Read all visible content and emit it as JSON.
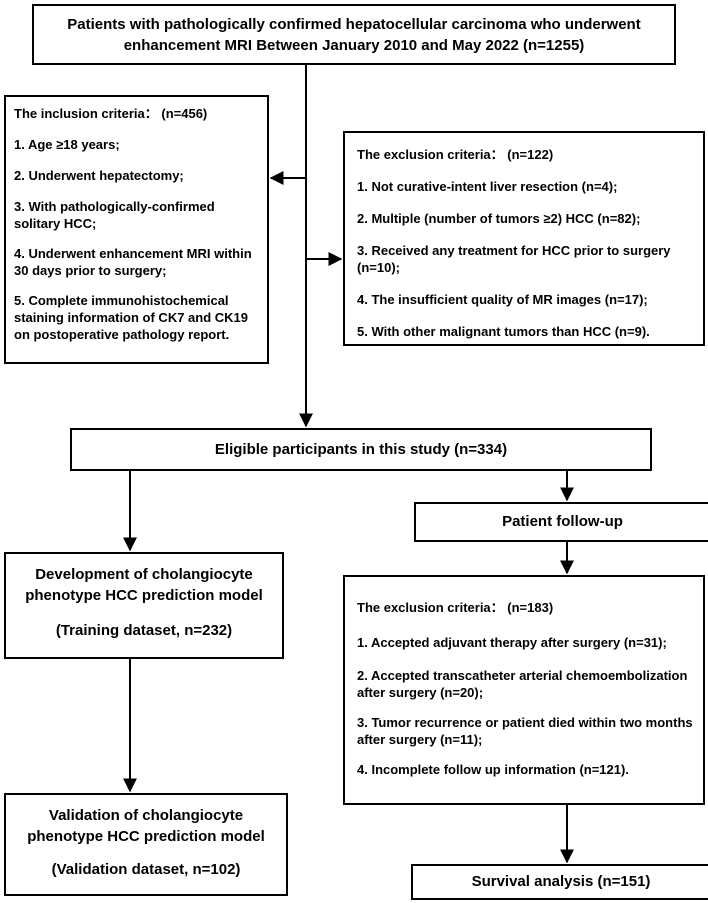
{
  "top": {
    "line1": "Patients with pathologically confirmed hepatocellular carcinoma who underwent",
    "line2": "enhancement MRI Between January 2010 and May 2022 (n=1255)"
  },
  "inclusion": {
    "title": "The inclusion criteria： (n=456)",
    "items": [
      "1. Age ≥18 years;",
      "2. Underwent hepatectomy;",
      "3. With pathologically-confirmed solitary HCC;",
      "4. Underwent enhancement MRI within 30 days prior to surgery;",
      "5. Complete immunohistochemical staining information of CK7 and CK19 on postoperative pathology report."
    ]
  },
  "exclusion1": {
    "title": "The exclusion criteria： (n=122)",
    "items": [
      "1. Not curative-intent liver resection (n=4);",
      "2. Multiple (number of tumors ≥2) HCC (n=82);",
      "3. Received any treatment for HCC prior to surgery (n=10);",
      "4. The insufficient quality of MR images (n=17);",
      "5. With other malignant tumors than HCC (n=9)."
    ]
  },
  "eligible": {
    "label": "Eligible participants in this study (n=334)"
  },
  "followup": {
    "label": "Patient follow-up"
  },
  "development": {
    "line1": "Development of cholangiocyte",
    "line2": "phenotype HCC prediction model",
    "line3": "(Training dataset, n=232)"
  },
  "exclusion2": {
    "title": "The exclusion criteria： (n=183)",
    "items": [
      "1. Accepted adjuvant therapy after surgery (n=31);",
      "2. Accepted transcatheter arterial chemoembolization after surgery (n=20);",
      "3. Tumor recurrence or patient died within two months after surgery (n=11);",
      "4. Incomplete follow up information (n=121)."
    ]
  },
  "validation": {
    "line1": "Validation of cholangiocyte",
    "line2": "phenotype HCC prediction model",
    "line3": "(Validation dataset, n=102)"
  },
  "survival": {
    "label": "Survival analysis (n=151)"
  }
}
